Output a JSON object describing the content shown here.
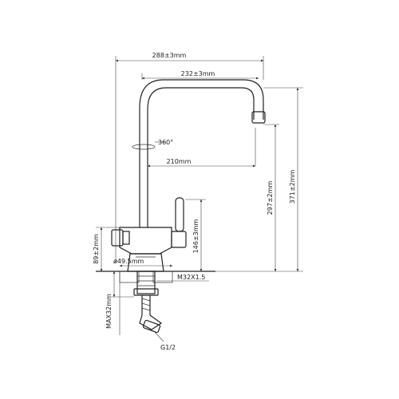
{
  "dimensions": {
    "overall_width": "288±3mm",
    "spout_reach": "232±3mm",
    "spout_clearance": "210mm",
    "overall_height": "371±2mm",
    "outlet_height": "297±2mm",
    "handle_height": "146±3mm",
    "body_height": "89±2mm",
    "base_diameter": "ø49.5mm",
    "thread": "M32X1.5",
    "max_deck_thickness": "MAX32mm",
    "hose_connection": "G1/2",
    "rotation": "360°"
  },
  "colors": {
    "line": "#222222",
    "hatch": "#888888"
  }
}
